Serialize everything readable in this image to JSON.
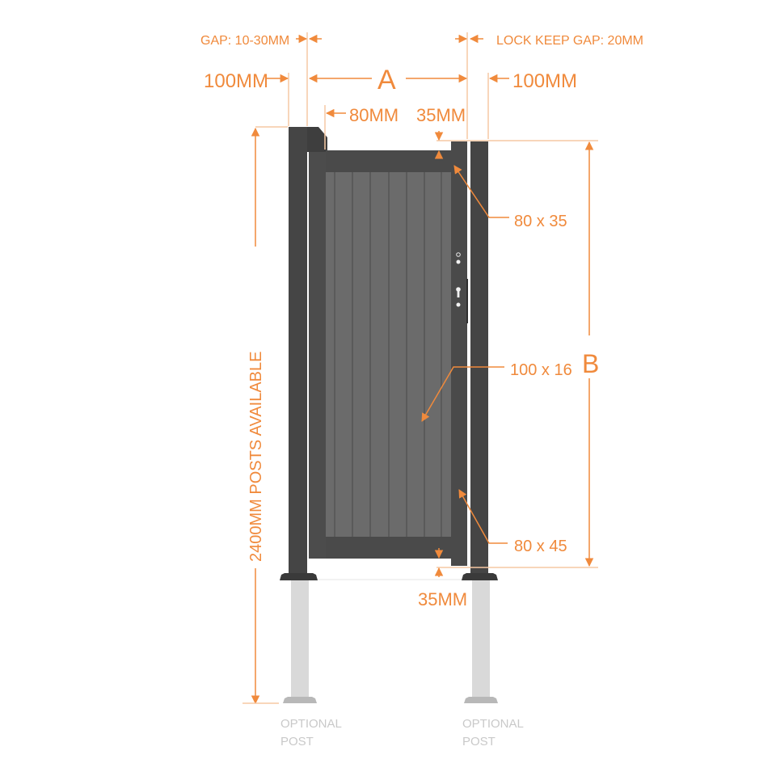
{
  "diagram": {
    "title": "Pedestrian gate dimension diagram",
    "accent_color": "#f08a3c",
    "frame_color": "#4a4a4a",
    "slat_color": "#6a6a6a",
    "optional_post_color": "#d6d6d6"
  },
  "labels": {
    "gap_hinge": "GAP: 10-30MM",
    "lock_keep_gap": "LOCK KEEP GAP: 20MM",
    "post_left_width": "100MM",
    "post_right_width": "100MM",
    "width_a": "A",
    "stile_width": "80MM",
    "top_clearance": "35MM",
    "bottom_clearance": "35MM",
    "height_b": "B",
    "post_height": "2400MM POSTS AVAILABLE",
    "rail_top_size": "80 x 35",
    "slat_size": "100 x 16",
    "stile_size": "80 x 45",
    "optional_post_left_1": "OPTIONAL",
    "optional_post_left_2": "POST",
    "optional_post_right_1": "OPTIONAL",
    "optional_post_right_2": "POST"
  }
}
